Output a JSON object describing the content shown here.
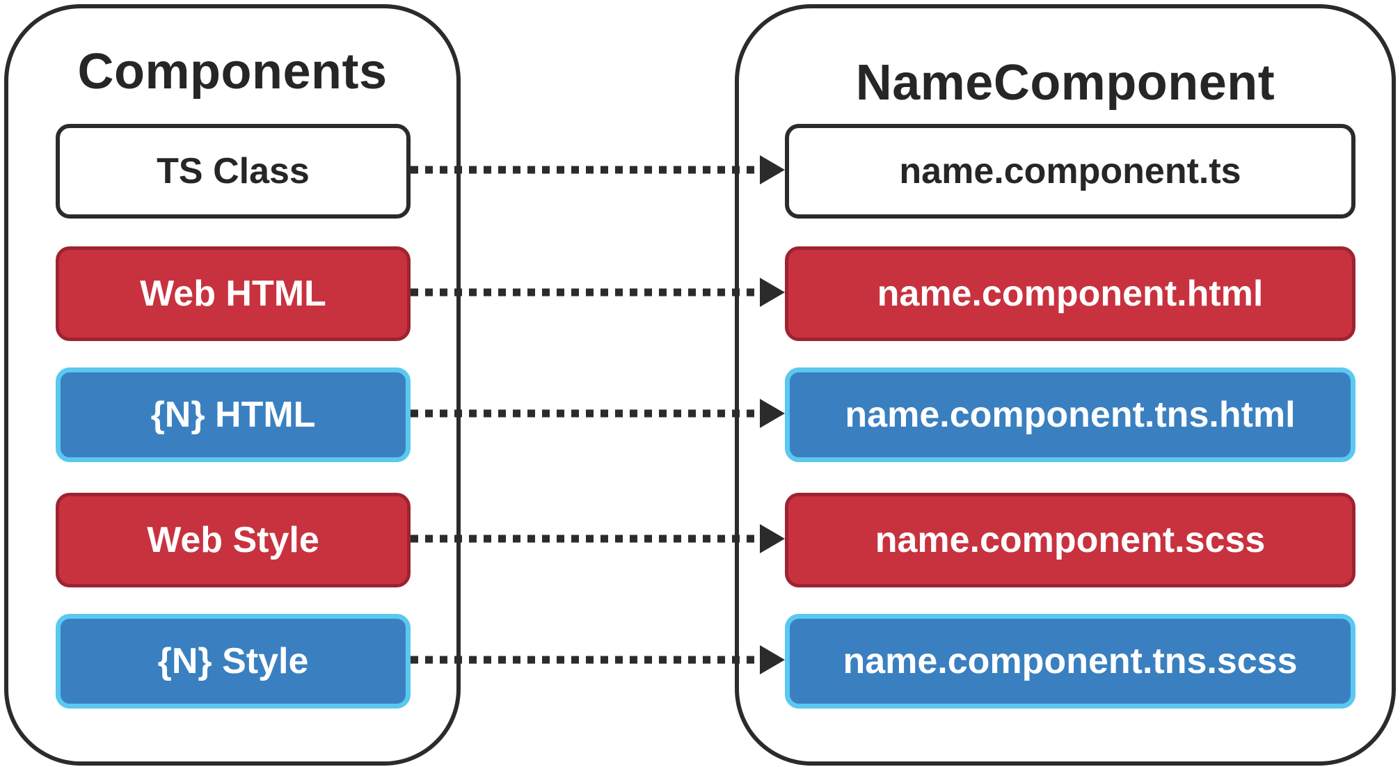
{
  "left_panel": {
    "title": "Components",
    "items": [
      {
        "label": "TS Class",
        "style": "white"
      },
      {
        "label": "Web HTML",
        "style": "red"
      },
      {
        "label": "{N} HTML",
        "style": "blue"
      },
      {
        "label": "Web Style",
        "style": "red"
      },
      {
        "label": "{N} Style",
        "style": "blue"
      }
    ]
  },
  "right_panel": {
    "title": "NameComponent",
    "items": [
      {
        "label": "name.component.ts",
        "style": "white"
      },
      {
        "label": "name.component.html",
        "style": "red"
      },
      {
        "label": "name.component.tns.html",
        "style": "blue"
      },
      {
        "label": "name.component.scss",
        "style": "red"
      },
      {
        "label": "name.component.tns.scss",
        "style": "blue"
      }
    ]
  },
  "colors": {
    "red_fill": "#c8323f",
    "red_border": "#9e2330",
    "blue_fill": "#3a80c0",
    "blue_border": "#5ac8f0",
    "outline": "#2b2b2b",
    "connector": "#2b2b2b"
  },
  "connectors": {
    "style": "dotted",
    "arrowhead": "triangle"
  }
}
